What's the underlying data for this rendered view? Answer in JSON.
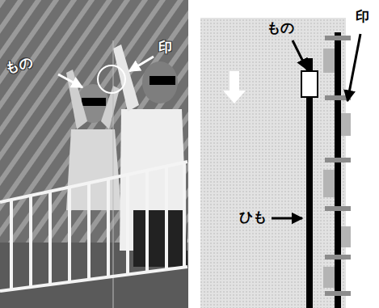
{
  "diagram": {
    "labels": [
      "もの",
      "印",
      "もの",
      "印",
      "ひも"
    ]
  }
}
